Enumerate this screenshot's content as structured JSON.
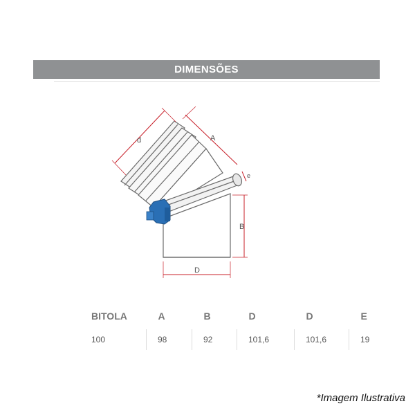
{
  "header": {
    "title": "DIMENSÕES"
  },
  "drawing": {
    "labels": {
      "d": "d",
      "A": "A",
      "e": "e",
      "B": "B",
      "D": "D"
    },
    "colors": {
      "line": "#6a6a6a",
      "dimension": "#c8202a",
      "clamp": "#2a6fb5"
    }
  },
  "table": {
    "headers": [
      "BITOLA",
      "A",
      "B",
      "D",
      "D",
      "E"
    ],
    "rows": [
      [
        "100",
        "98",
        "92",
        "101,6",
        "101,6",
        "19"
      ]
    ]
  },
  "footnote": "*Imagem Ilustrativa"
}
